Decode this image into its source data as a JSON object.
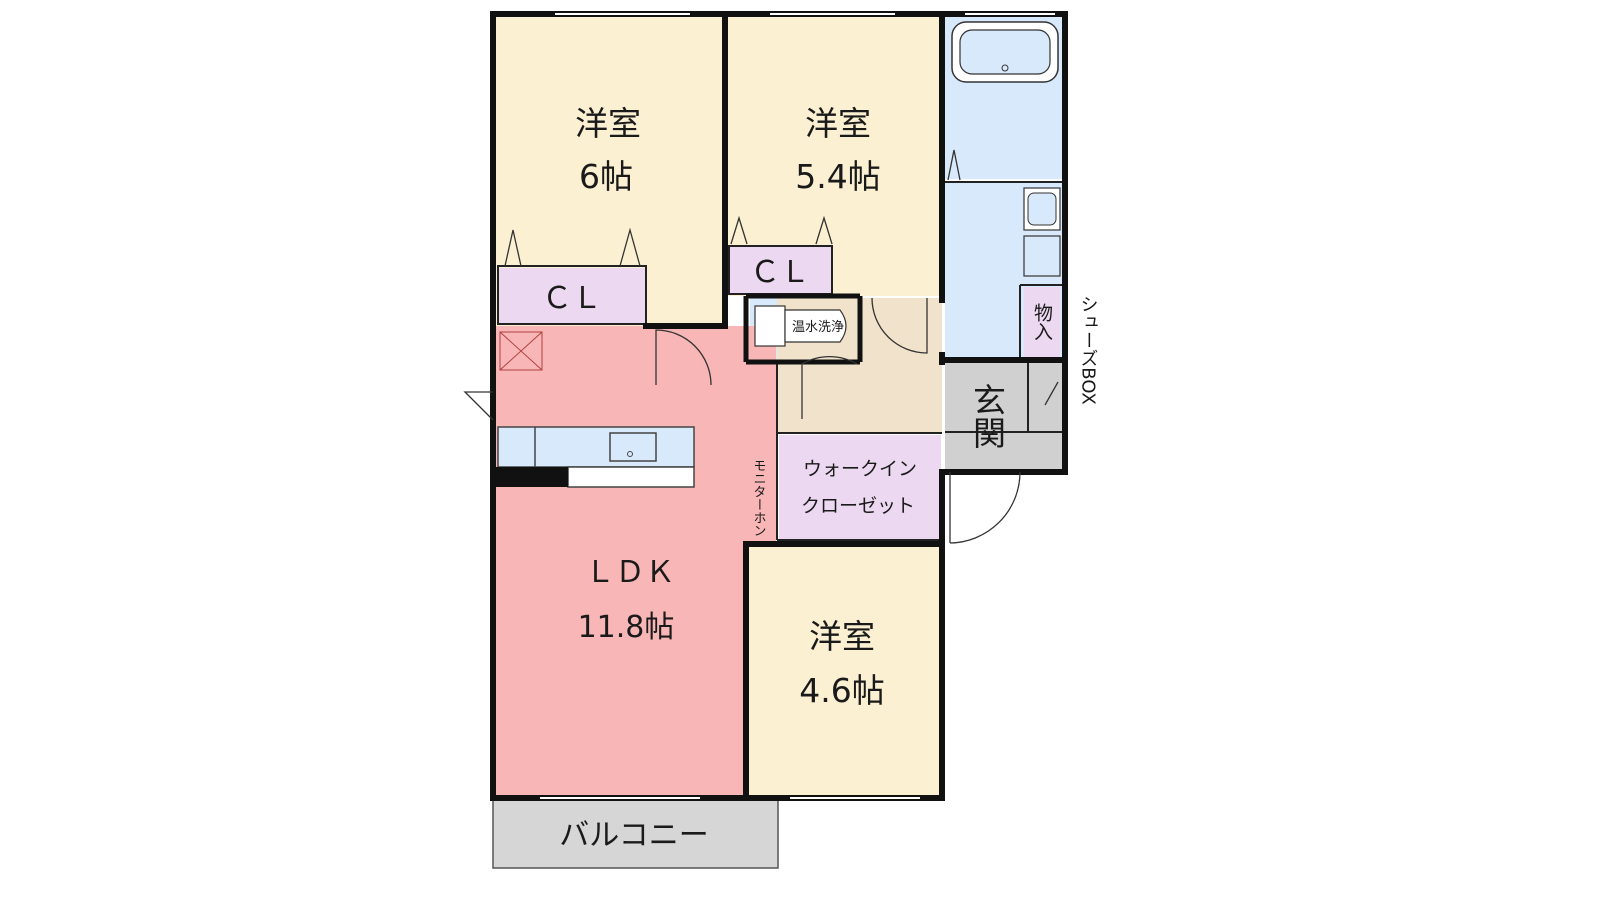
{
  "rooms": {
    "bedroom_nw": {
      "name": "洋室",
      "size": "6帖",
      "fill": "#fcf0d2"
    },
    "bedroom_ne": {
      "name": "洋室",
      "size": "5.4帖",
      "fill": "#fcf0d2"
    },
    "bedroom_s": {
      "name": "洋室",
      "size": "4.6帖",
      "fill": "#fcf0d2"
    },
    "ldk": {
      "name": "ＬＤＫ",
      "size": "11.8帖",
      "fill": "#f8b6b6"
    },
    "closet_nw": {
      "name": "ＣＬ",
      "fill": "#ecd8f0"
    },
    "closet_ne": {
      "name": "ＣＬ",
      "fill": "#ecd8f0"
    },
    "walk_in_closet": {
      "line1": "ウォークイン",
      "line2": "クローゼット",
      "fill": "#ecd8f0"
    },
    "toilet": {
      "name": "温水洗浄",
      "fill": "#d8e9fb"
    },
    "hallway": {
      "fill": "#f1e2cc"
    },
    "bath": {
      "fill": "#d8e9fb"
    },
    "washroom": {
      "fill": "#d8e9fb"
    },
    "storage": {
      "name": "物入",
      "fill": "#ecd8f0"
    },
    "entrance": {
      "name": "玄関",
      "fill": "#d0d0d0"
    },
    "balcony": {
      "name": "バルコニー",
      "fill": "#d6d6d6"
    }
  },
  "labels": {
    "shoe_box": "シューズBOX",
    "monitor_phone": "モニターホン"
  },
  "colors": {
    "wall": "#111111",
    "kitchen": "#d8e9fb"
  }
}
